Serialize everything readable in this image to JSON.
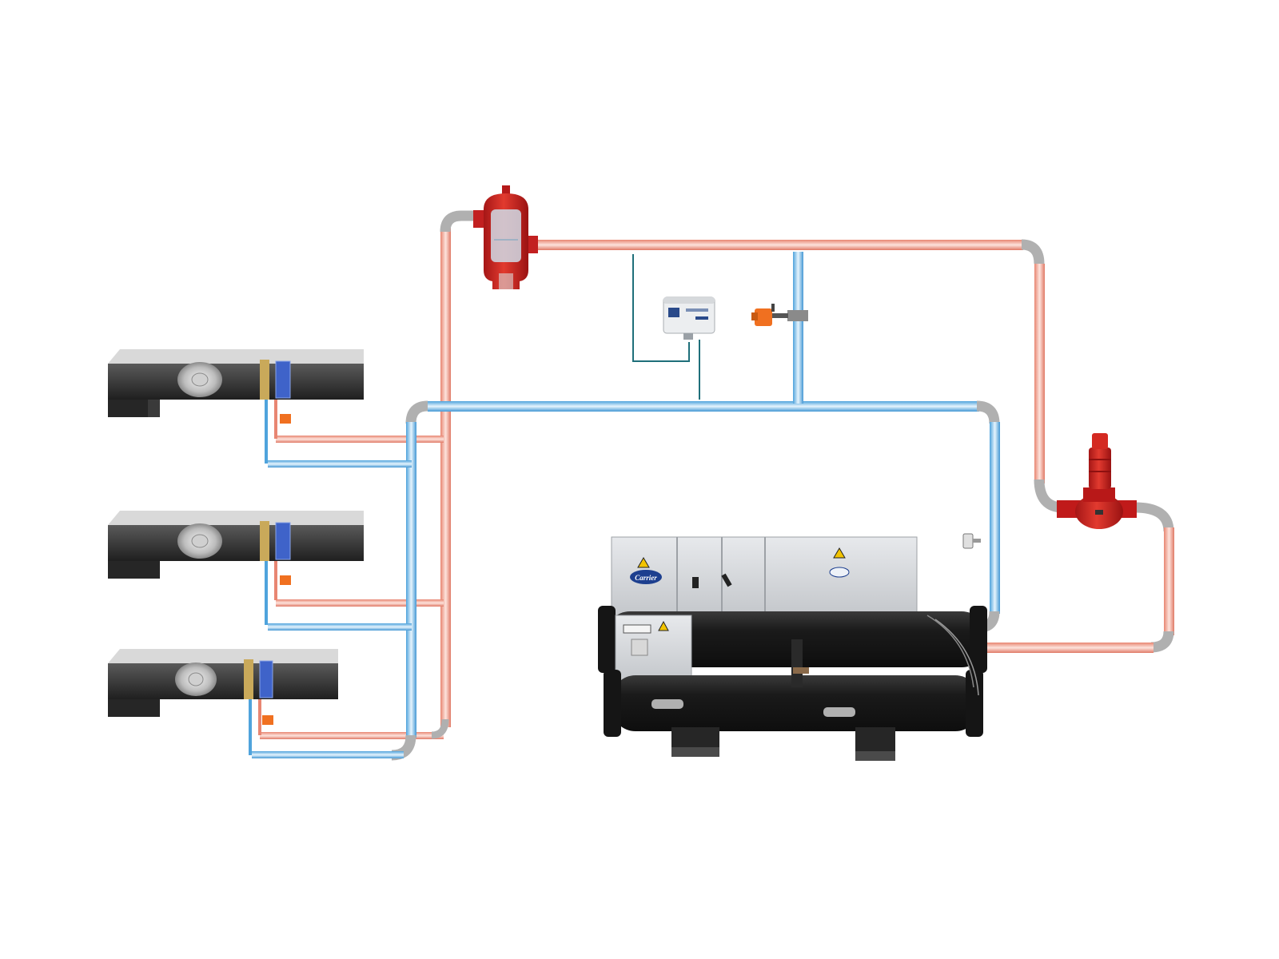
{
  "chiller": {
    "brand": "Carrier"
  },
  "colors": {
    "supply_pipe": "#f0a090",
    "return_pipe": "#7fbfe8",
    "pipe_elbow": "#b8b8b8",
    "equipment_red": "#cc1f1f",
    "actuator_orange": "#f07020",
    "duct_dark": "#2b2b2b",
    "chiller_body": "#1c1c1c",
    "control_panel": "#d6d8db",
    "coil_blue": "#3f63c9"
  },
  "components": [
    {
      "name": "fan-coil-unit",
      "icon": "fan-coil-unit-icon",
      "count": 3
    },
    {
      "name": "air-separator",
      "icon": "air-dirt-separator-icon",
      "count": 1
    },
    {
      "name": "controller-box",
      "icon": "controller-box-icon",
      "count": 1
    },
    {
      "name": "motorized-valve",
      "icon": "motorized-valve-icon",
      "count": 1
    },
    {
      "name": "circulation-pump",
      "icon": "inline-pump-icon",
      "count": 1
    },
    {
      "name": "water-cooled-chiller",
      "icon": "chiller-icon",
      "count": 1
    }
  ]
}
